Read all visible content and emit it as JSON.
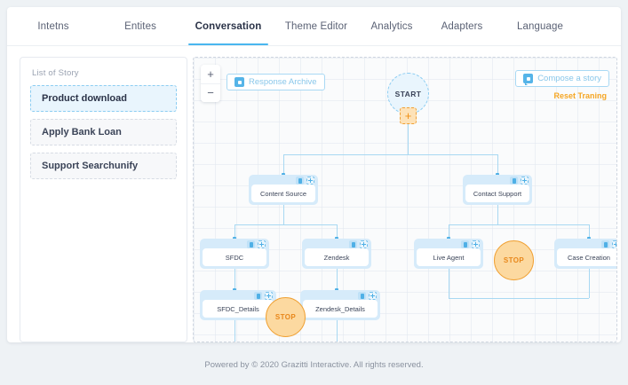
{
  "tabs": [
    {
      "label": "Intetns",
      "active": false
    },
    {
      "label": "Entites",
      "active": false
    },
    {
      "label": "Conversation",
      "active": true
    },
    {
      "label": "Theme Editor",
      "active": false
    },
    {
      "label": "Analytics",
      "active": false
    },
    {
      "label": "Adapters",
      "active": false
    },
    {
      "label": "Language",
      "active": false
    }
  ],
  "sidebar": {
    "title": "List of Story",
    "stories": [
      {
        "label": "Product download",
        "selected": true
      },
      {
        "label": "Apply Bank Loan",
        "selected": false
      },
      {
        "label": "Support Searchunify",
        "selected": false
      }
    ]
  },
  "canvas": {
    "zoom_in": "+",
    "zoom_out": "−",
    "response_archive_label": "Response Archive",
    "compose_story_label": "Compose a story",
    "reset_training_label": "Reset Traning",
    "add_node_label": "+",
    "start_label": "START",
    "stop_label": "STOP",
    "nodes": [
      {
        "label": "Content Source"
      },
      {
        "label": "Contact Support"
      },
      {
        "label": "SFDC"
      },
      {
        "label": "Zendesk"
      },
      {
        "label": "Live Agent"
      },
      {
        "label": "Case Creation"
      },
      {
        "label": "SFDC_Details"
      },
      {
        "label": "Zendesk_Details"
      }
    ]
  },
  "footer": {
    "text": "Powered by © 2020 Grazitti Interactive. All rights reserved."
  },
  "colors": {
    "accent": "#49b6ef",
    "node_fill": "#d6ebfa",
    "stop_fill": "#fcd9a0",
    "stop_border": "#f0a134",
    "warning": "#f5a623"
  }
}
